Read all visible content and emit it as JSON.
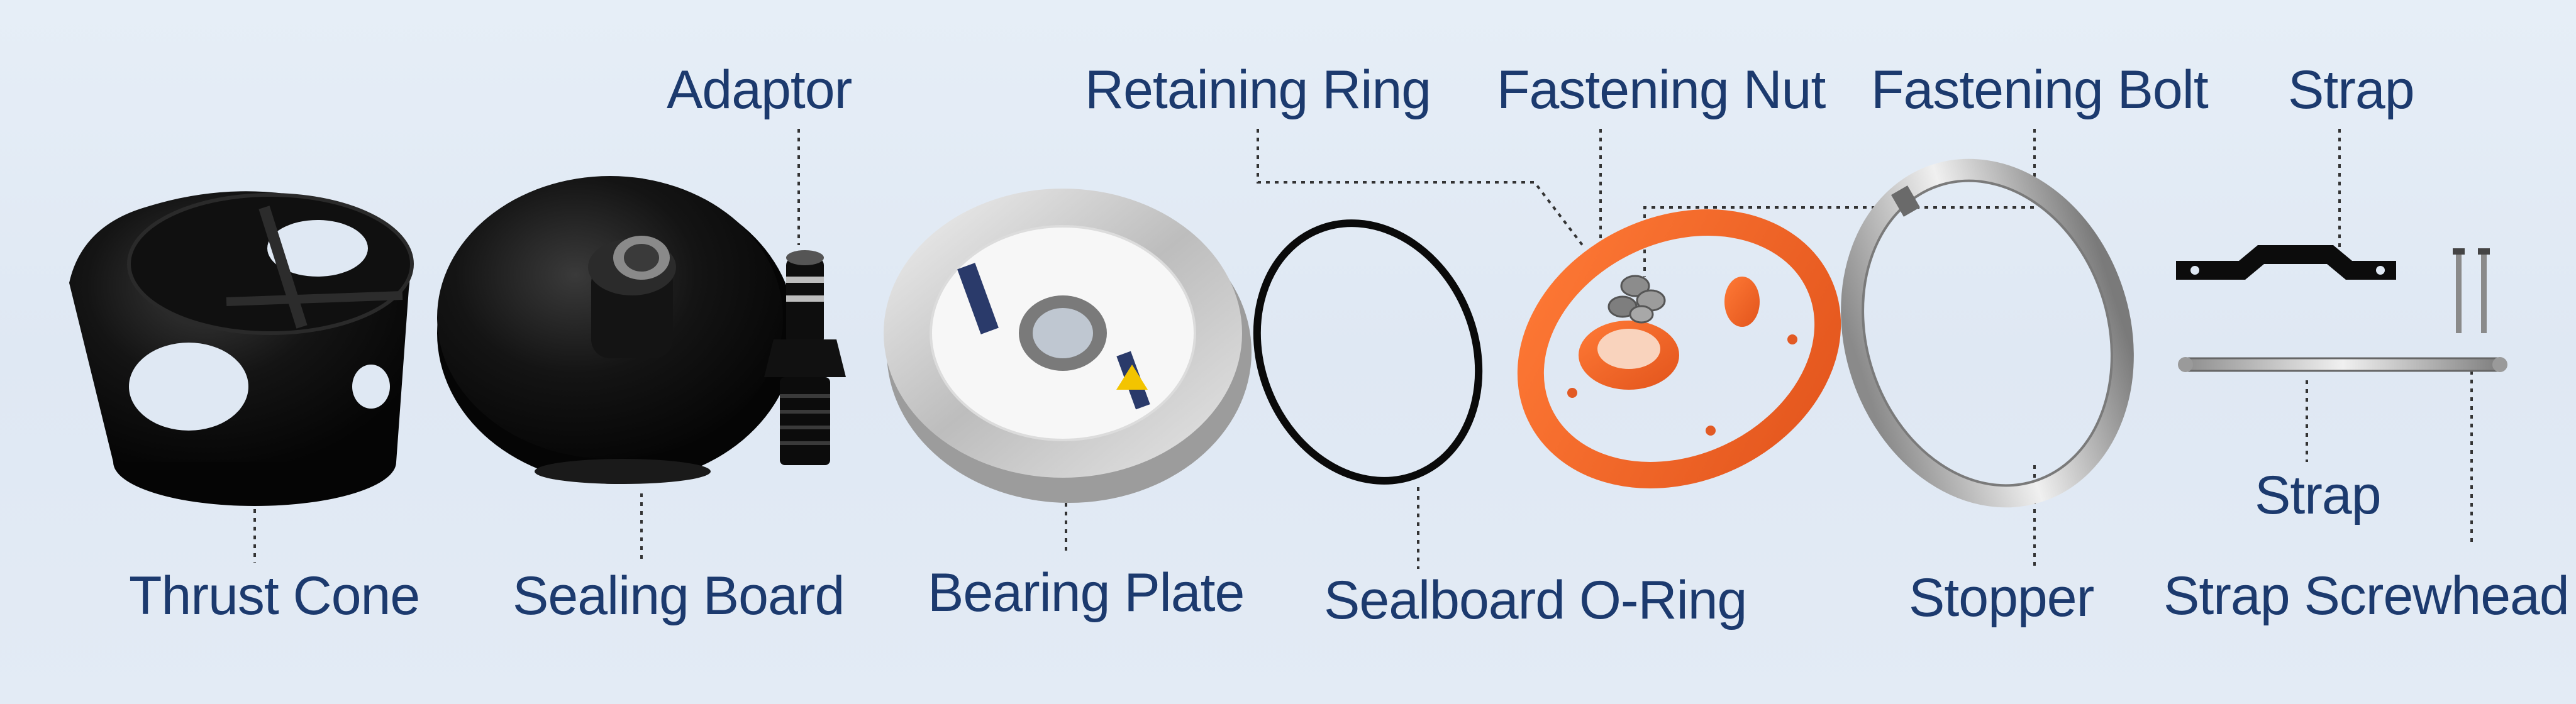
{
  "labels": {
    "adaptor": "Adaptor",
    "retaining_ring": "Retaining Ring",
    "fastening_nut": "Fastening Nut",
    "fastening_bolt": "Fastening Bolt",
    "strap_top": "Strap",
    "thrust_cone": "Thrust Cone",
    "sealing_board": "Sealing Board",
    "bearing_plate": "Bearing Plate",
    "sealboard_oring": "Sealboard O-Ring",
    "stopper": "Stopper",
    "strap_bottom": "Strap",
    "strap_screwhead": "Strap Screwhead"
  },
  "colors": {
    "label_text": "#1c3a6e",
    "leader_line": "#333333",
    "part_black": "#0c0c0c",
    "part_orange": "#f06a2c",
    "part_silver": "#c9c9c9"
  }
}
